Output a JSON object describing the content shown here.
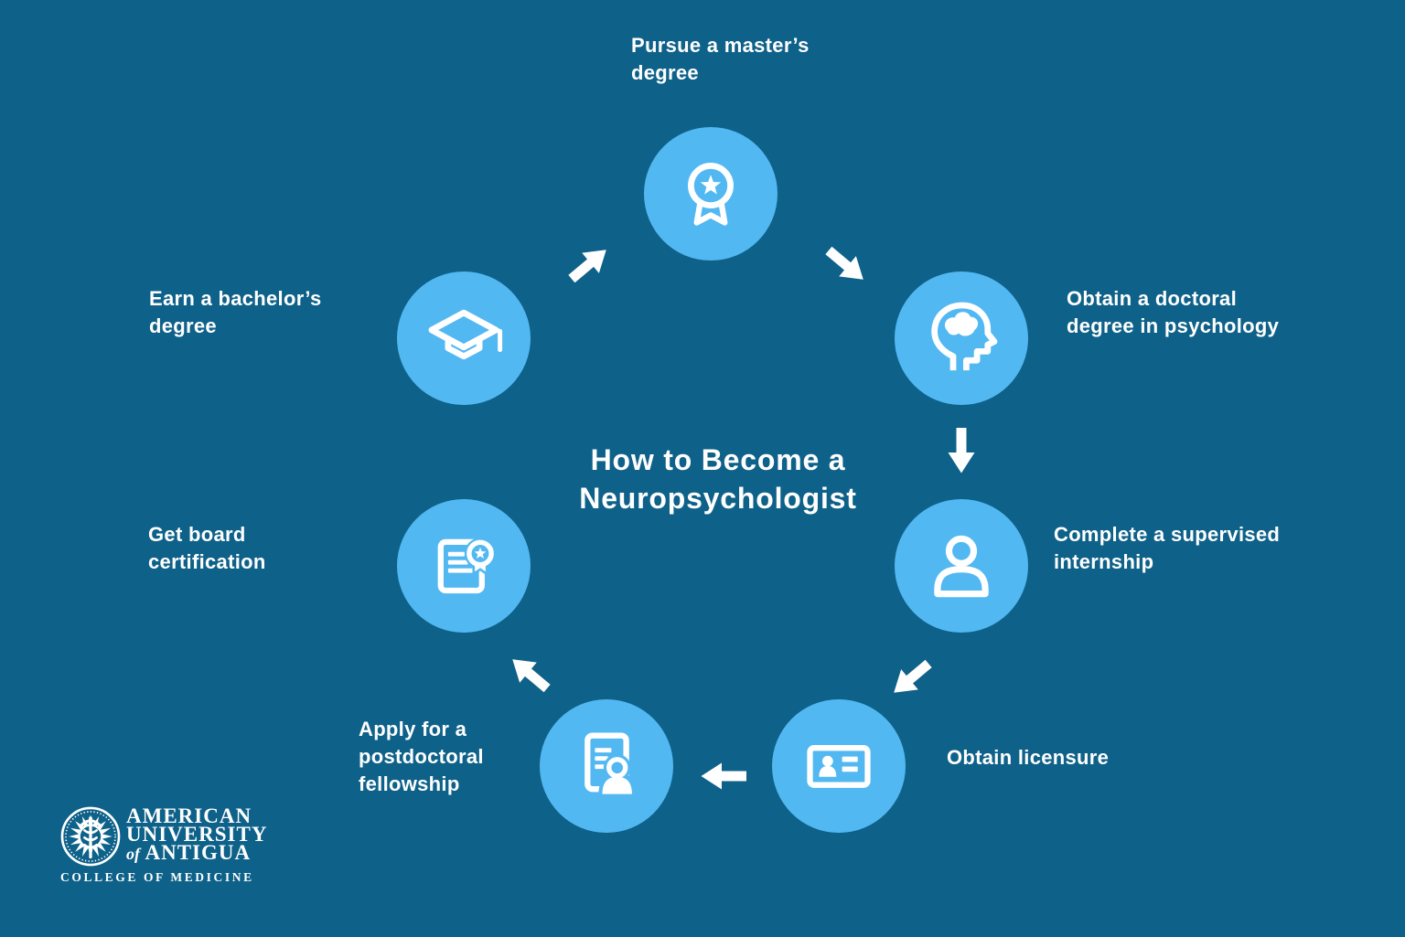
{
  "colors": {
    "background": "#0E6189",
    "circle": "#52B8F2",
    "text": "#FFFFFF"
  },
  "title": "How to Become a\nNeuropsychologist",
  "steps": [
    {
      "label": "Earn a bachelor’s\ndegree",
      "icon": "graduation-cap-icon"
    },
    {
      "label": "Pursue a master’s\ndegree",
      "icon": "award-ribbon-icon"
    },
    {
      "label": "Obtain a doctoral\ndegree in psychology",
      "icon": "head-brain-icon"
    },
    {
      "label": "Complete a supervised\ninternship",
      "icon": "person-icon"
    },
    {
      "label": "Obtain licensure",
      "icon": "id-card-icon"
    },
    {
      "label": "Apply for a\npostdoctoral\nfellowship",
      "icon": "application-document-icon"
    },
    {
      "label": "Get board\ncertification",
      "icon": "certificate-ribbon-icon"
    }
  ],
  "arrows": [
    {
      "from": "bachelors",
      "to": "masters",
      "direction": "up-right"
    },
    {
      "from": "masters",
      "to": "doctoral",
      "direction": "down-right"
    },
    {
      "from": "doctoral",
      "to": "internship",
      "direction": "down"
    },
    {
      "from": "internship",
      "to": "licensure",
      "direction": "down-left"
    },
    {
      "from": "licensure",
      "to": "fellowship",
      "direction": "left"
    },
    {
      "from": "fellowship",
      "to": "board-certification",
      "direction": "up-left"
    }
  ],
  "logo": {
    "line1": "AMERICAN",
    "line2": "UNIVERSITY",
    "line3_prefix": "of",
    "line3": "ANTIGUA",
    "college": "COLLEGE OF MEDICINE"
  }
}
